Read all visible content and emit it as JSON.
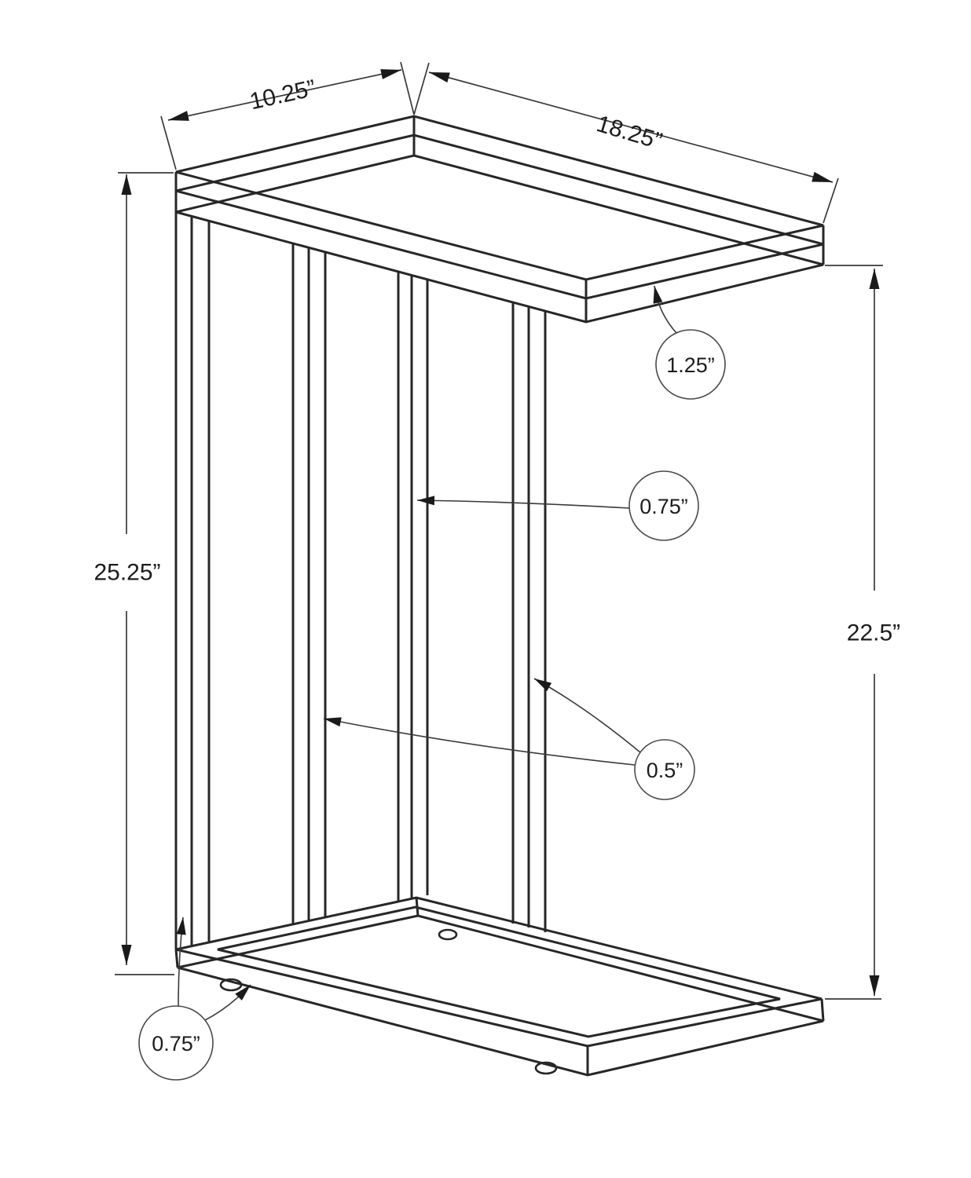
{
  "diagram": {
    "kind": "furniture dimension line drawing (C-shaped accent table)",
    "labels": {
      "top_width": "10.25”",
      "top_length": "18.25”",
      "overall_height": "25.25”",
      "top_thickness": "1.25”",
      "leg_width": "0.75”",
      "leg_depth": "0.5”",
      "base_thickness": "0.75”",
      "clearance_height": "22.5”"
    },
    "colors": {
      "background": "#ffffff",
      "structure_line": "#272727",
      "dimension_line": "#3a3a3a",
      "text": "#1c1c1c"
    }
  }
}
